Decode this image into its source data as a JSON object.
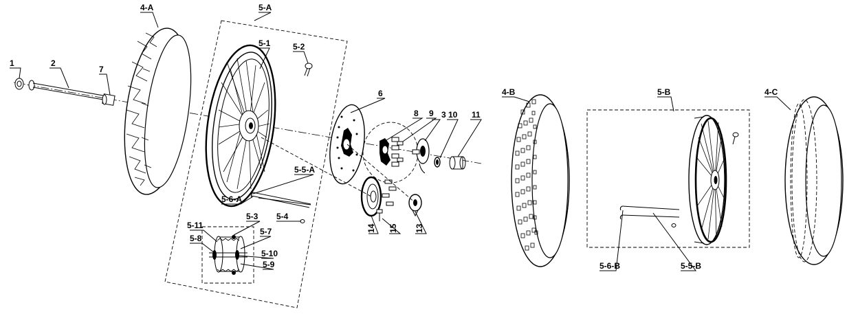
{
  "labels": {
    "p1": "1",
    "p2": "2",
    "p7": "7",
    "p4a": "4-A",
    "p5a": "5-A",
    "p5_1": "5-1",
    "p5_2": "5-2",
    "p6": "6",
    "p8": "8",
    "p9": "9",
    "p3": "3",
    "p10": "10",
    "p11": "11",
    "p5_5a": "5-5-A",
    "p5_6a": "5-6-A",
    "p5_4": "5-4",
    "p5_3": "5-3",
    "p5_11": "5-11",
    "p5_7": "5-7",
    "p5_8": "5-8",
    "p5_10": "5-10",
    "p5_9": "5-9",
    "p14": "14",
    "p15": "15",
    "p13": "13",
    "p4b": "4-B",
    "p5b": "5-B",
    "p4c": "4-C",
    "p5_6b": "5-6-B",
    "p5_5b": "5-5-B"
  }
}
